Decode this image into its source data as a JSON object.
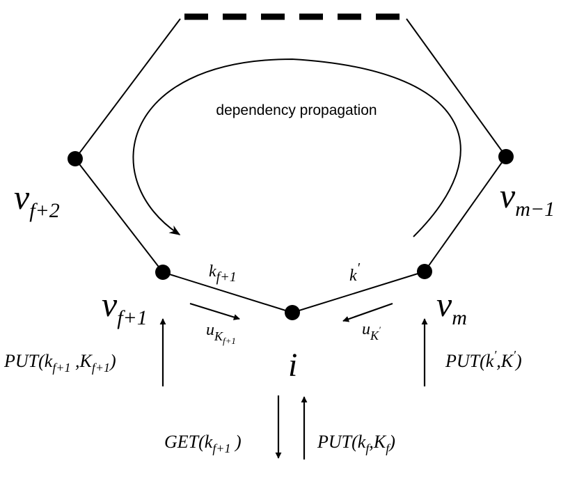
{
  "caption": "dependency propagation",
  "nodes": {
    "v_f2": {
      "base": "v",
      "sub": "f+2"
    },
    "v_m1": {
      "base": "v",
      "sub": "m−1"
    },
    "v_f1": {
      "base": "v",
      "sub": "f+1"
    },
    "v_m": {
      "base": "v",
      "sub": "m"
    },
    "i": "i"
  },
  "edges": {
    "k_f1": {
      "base": "k",
      "sub": "f+1"
    },
    "k_prime": {
      "base": "k",
      "sup": "′"
    },
    "u_Kf1": {
      "base": "u",
      "sub": "K",
      "subsub": "f+1"
    },
    "u_Kprime": {
      "base": "u",
      "sub": "K",
      "subsup": "′"
    }
  },
  "ops": {
    "put_left": {
      "name": "PUT(",
      "a": "k",
      "a_sub": "f+1",
      "sep": " ,",
      "b": "K",
      "b_sub": "f+1",
      "close": ")"
    },
    "put_right": {
      "name": "PUT(",
      "a": "k",
      "a_sup": "′",
      "sep": ",",
      "b": "K",
      "b_sup": "′",
      "close": ")"
    },
    "get_bottom": {
      "name": "GET(",
      "a": "k",
      "a_sub": "f+1",
      "close": " )"
    },
    "put_bottom": {
      "name": "PUT(",
      "a": "k",
      "a_sub": "f",
      "sep": ",",
      "b": "K",
      "b_sub": "f",
      "close": ")"
    }
  }
}
